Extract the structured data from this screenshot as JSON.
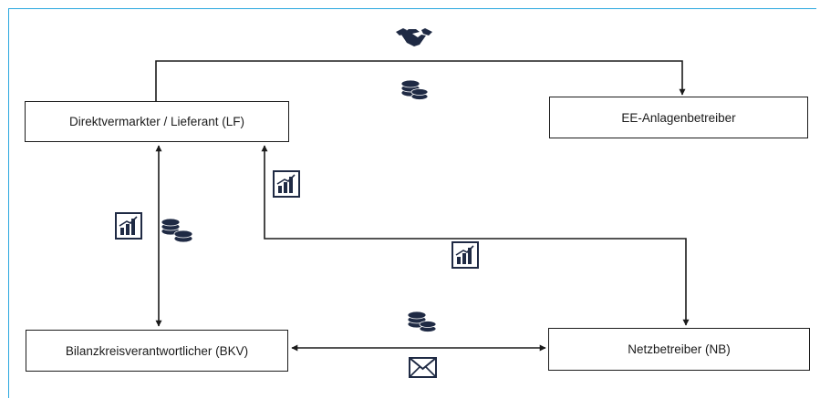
{
  "diagram": {
    "nodes": {
      "lf": {
        "label": "Direktvermarkter / Lieferant (LF)"
      },
      "ee": {
        "label": "EE-Anlagenbetreiber"
      },
      "bkv": {
        "label": "Bilanzkreisverantwortlicher (BKV)"
      },
      "nb": {
        "label": "Netzbetreiber (NB)"
      }
    },
    "edges": [
      {
        "from": "lf",
        "to": "ee",
        "icons": [
          "handshake-icon",
          "coins-icon"
        ]
      },
      {
        "from": "lf",
        "to": "bkv",
        "bidirectional": true,
        "icons": [
          "bar-chart-icon",
          "coins-icon"
        ]
      },
      {
        "from": "nb",
        "to": "lf",
        "bidirectional": true,
        "icons": [
          "bar-chart-icon",
          "bar-chart-icon"
        ]
      },
      {
        "from": "bkv",
        "to": "nb",
        "bidirectional": true,
        "icons": [
          "coins-icon",
          "envelope-icon"
        ]
      }
    ],
    "colors": {
      "frame": "#2aa7df",
      "line": "#1b1b1b",
      "icon": "#1f2a44"
    }
  }
}
